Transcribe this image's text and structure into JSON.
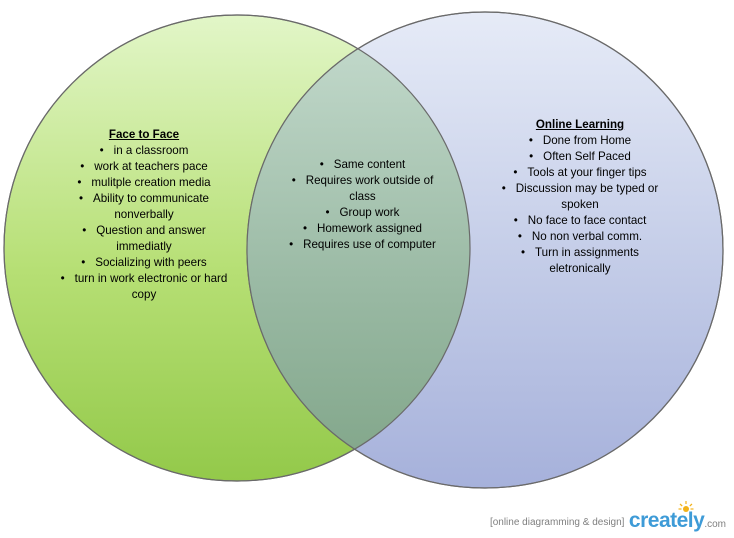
{
  "left": {
    "title": "Face to Face",
    "items": [
      "in a classroom",
      "work at teachers pace",
      "mulitple creation media",
      "Ability to communicate nonverbally",
      "Question and answer immediatly",
      "Socializing with peers",
      "turn in work electronic or hard copy"
    ]
  },
  "middle": {
    "items": [
      "Same content",
      "Requires work outside of class",
      "Group work",
      "Homework assigned",
      "Requires use of computer"
    ]
  },
  "right": {
    "title": "Online Learning",
    "items": [
      "Done from Home",
      "Often Self Paced",
      "Tools at your finger tips",
      "Discussion may be typed or spoken",
      "No face to face contact",
      "No non verbal comm.",
      "Turn in assignments eletronically"
    ]
  },
  "footer": {
    "tagline": "[online diagramming & design]",
    "brand": "creately",
    "domain": ".com"
  },
  "colors": {
    "left_fill": "#c5e87f",
    "right_fill": "#c4cde9",
    "overlap_fill": "#97bba3",
    "brand": "#3e9bd7"
  }
}
